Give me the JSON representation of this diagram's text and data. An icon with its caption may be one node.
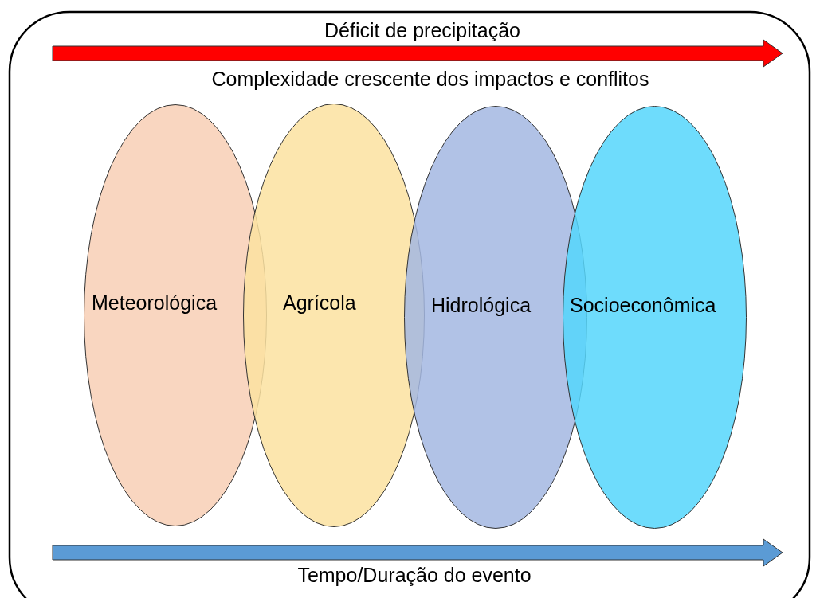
{
  "diagram": {
    "nodes": [
      {
        "text": [
          "Meteorológica"
        ]
      },
      {
        "text": [
          "Agrícola"
        ]
      },
      {
        "text": [
          "Hidrológica"
        ]
      },
      {
        "text": [
          "Socioeconômica"
        ]
      }
    ],
    "labels": [
      "Déficit de precipitação",
      "Complexidade crescente dos impactos e conflitos",
      "Tempo/Duração do evento"
    ]
  }
}
